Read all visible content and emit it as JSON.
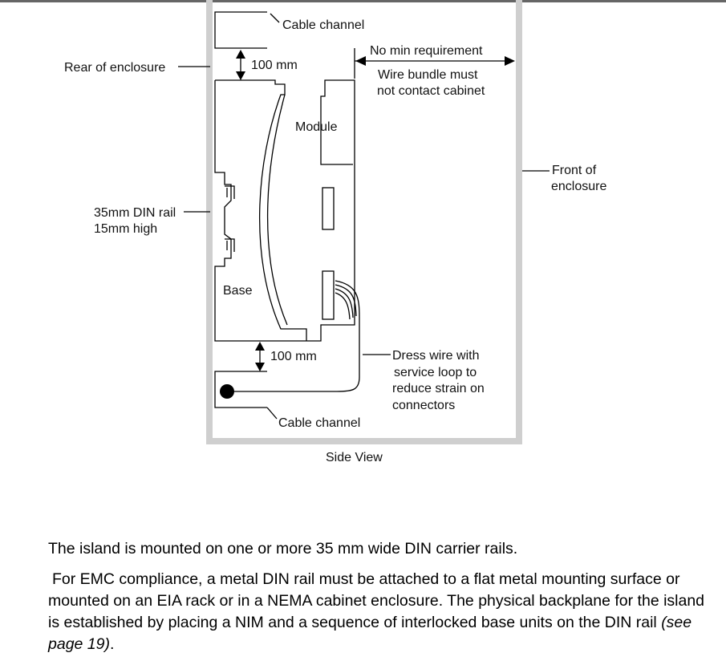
{
  "diagram": {
    "labels": {
      "cable_channel_top": "Cable channel",
      "clearance_top": "100 mm",
      "no_min": "No min requirement",
      "wire_bundle_1": "Wire bundle must",
      "wire_bundle_2": "not contact cabinet",
      "rear": "Rear of enclosure",
      "module": "Module",
      "front_1": "Front of",
      "front_2": "enclosure",
      "din_1": "35mm DIN rail",
      "din_2": "15mm high",
      "base": "Base",
      "clearance_bottom": "100 mm",
      "dress_1": "Dress wire with",
      "dress_2": "service loop to",
      "dress_3": "reduce strain on",
      "dress_4": "connectors",
      "cable_channel_bottom": "Cable channel",
      "caption": "Side View"
    }
  },
  "text": {
    "para1": "The island is mounted on one or more 35 mm wide DIN carrier rails.",
    "para2_main": "For EMC compliance, a metal DIN rail must be attached to a flat metal mounting surface or mounted on an EIA rack or in a NEMA cabinet enclosure. The physical backplane for the island is established by placing a NIM and a sequence of interlocked base units on the DIN rail ",
    "para2_ref": "(see page 19)",
    "para2_end": "."
  }
}
